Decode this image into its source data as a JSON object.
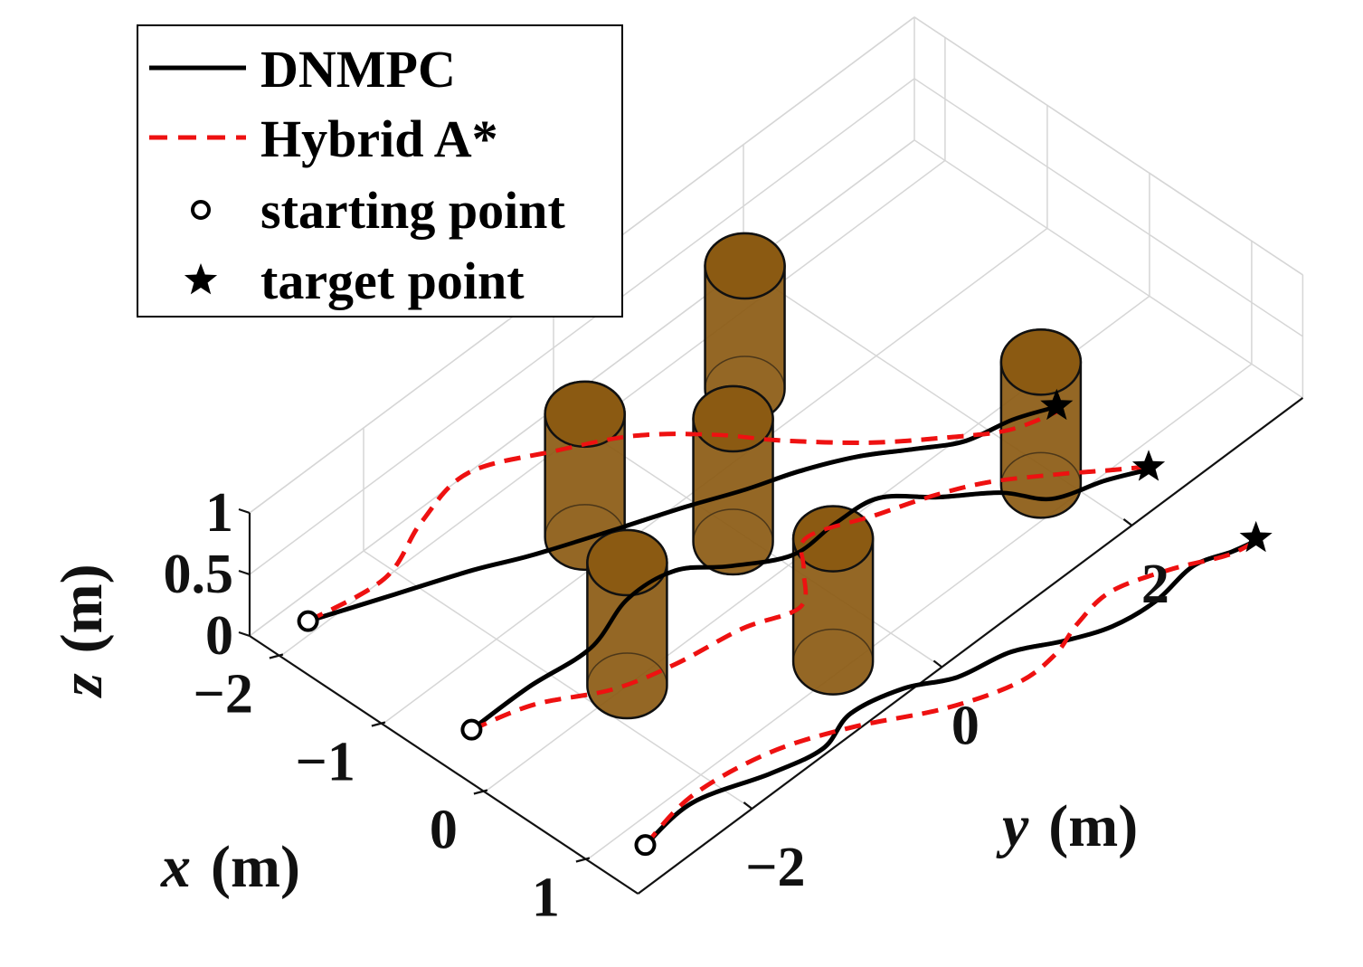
{
  "chart_data": {
    "type": "line",
    "subtype": "3d-trajectory",
    "title": "",
    "xlabel_var": "x",
    "xlabel_unit": "(m)",
    "ylabel_var": "y",
    "ylabel_unit": "(m)",
    "zlabel_var": "z",
    "zlabel_unit": "(m)",
    "xlim": [
      -2.3,
      1.5
    ],
    "ylim": [
      -3.2,
      3.8
    ],
    "zlim": [
      0,
      1
    ],
    "x_ticks": [
      {
        "value": -2,
        "label": "−2"
      },
      {
        "value": -1,
        "label": "−1"
      },
      {
        "value": 0,
        "label": "0"
      },
      {
        "value": 1,
        "label": "1"
      }
    ],
    "y_ticks": [
      {
        "value": -2,
        "label": "−2"
      },
      {
        "value": 0,
        "label": "0"
      },
      {
        "value": 2,
        "label": "2"
      }
    ],
    "z_ticks": [
      {
        "value": 0,
        "label": "0"
      },
      {
        "value": 0.5,
        "label": "0.5"
      },
      {
        "value": 1,
        "label": "1"
      }
    ],
    "grid": true,
    "legend_position": "top-left",
    "legend": [
      {
        "label": "DNMPC",
        "marker": "solid-line"
      },
      {
        "label": "Hybrid A*",
        "marker": "dashed-line"
      },
      {
        "label": "starting point",
        "marker": "circle"
      },
      {
        "label": "target point",
        "marker": "star"
      }
    ],
    "colors": {
      "dnmpc": "#000000",
      "hybrid": "#ee1111",
      "obstacle_fill": "#8b5a12",
      "obstacle_edge": "#111111",
      "grid": "#d6d6d6"
    },
    "obstacles": [
      {
        "name": "obstacle-1",
        "x": 0.0,
        "y": -1.7,
        "radius": 0.32,
        "height": 1.0
      },
      {
        "name": "obstacle-2",
        "x": 0.9,
        "y": -0.5,
        "radius": 0.32,
        "height": 1.0
      },
      {
        "name": "obstacle-3",
        "x": -1.25,
        "y": -0.8,
        "radius": 0.32,
        "height": 1.0
      },
      {
        "name": "obstacle-4",
        "x": -0.45,
        "y": -0.1,
        "radius": 0.32,
        "height": 1.0
      },
      {
        "name": "obstacle-5",
        "x": -1.45,
        "y": 1.1,
        "radius": 0.32,
        "height": 1.0
      },
      {
        "name": "obstacle-6",
        "x": 0.75,
        "y": 1.85,
        "radius": 0.32,
        "height": 1.0
      }
    ],
    "series": [
      {
        "name": "DNMPC",
        "style": "solid",
        "trajectories": [
          {
            "x": [
              -2.1,
              -1.85,
              -1.6,
              -1.4,
              -1.15,
              -0.95,
              -0.75,
              -0.6,
              -0.4,
              -0.15,
              0.05,
              0.15,
              0.28
            ],
            "y": [
              -2.8,
              -2.2,
              -1.6,
              -1.2,
              -0.6,
              -0.1,
              0.35,
              0.75,
              1.15,
              1.5,
              1.8,
              2.2,
              2.5
            ]
          },
          {
            "x": [
              -0.5,
              -0.5,
              -0.45,
              -0.6,
              -0.55,
              -0.3,
              -0.05,
              -0.05,
              0.0,
              0.3,
              0.6,
              0.9,
              1.05,
              1.2
            ],
            "y": [
              -2.8,
              -2.2,
              -1.6,
              -1.05,
              -0.6,
              -0.3,
              0.1,
              0.55,
              0.95,
              1.25,
              1.6,
              1.8,
              2.2,
              2.5
            ]
          },
          {
            "x": [
              1.2,
              1.15,
              1.35,
              1.45,
              1.35,
              1.45,
              1.65,
              1.75,
              1.95,
              2.1,
              2.15,
              2.1,
              2.2,
              2.25
            ],
            "y": [
              -2.8,
              -2.25,
              -1.65,
              -1.2,
              -0.8,
              -0.35,
              0.0,
              0.45,
              0.8,
              1.15,
              1.55,
              2.0,
              2.3,
              2.5
            ]
          }
        ]
      },
      {
        "name": "Hybrid A*",
        "style": "dashed",
        "trajectories": [
          {
            "x": [
              -2.1,
              -2.0,
              -2.2,
              -2.3,
              -2.0,
              -1.7,
              -1.3,
              -0.9,
              -0.45,
              -0.1,
              0.2,
              0.33
            ],
            "y": [
              -2.8,
              -2.1,
              -1.5,
              -0.9,
              -0.3,
              0.2,
              0.6,
              0.9,
              1.3,
              1.7,
              2.1,
              2.5
            ]
          },
          {
            "x": [
              -0.5,
              -0.35,
              -0.05,
              0.1,
              0.2,
              0.35,
              0.1,
              -0.1,
              0.1,
              0.25,
              0.45,
              0.75,
              1.0,
              1.2
            ],
            "y": [
              -2.8,
              -2.3,
              -1.8,
              -1.3,
              -0.7,
              -0.25,
              0.05,
              0.3,
              0.8,
              1.2,
              1.6,
              2.0,
              2.3,
              2.55
            ]
          },
          {
            "x": [
              1.2,
              1.1,
              1.2,
              1.45,
              1.8,
              2.0,
              2.0,
              1.9,
              1.85,
              2.0,
              2.2,
              2.25
            ],
            "y": [
              -2.8,
              -2.2,
              -1.5,
              -0.9,
              -0.3,
              0.25,
              0.65,
              1.0,
              1.4,
              1.85,
              2.25,
              2.5
            ]
          }
        ]
      }
    ],
    "starting_points": [
      {
        "x": -2.1,
        "y": -2.8
      },
      {
        "x": -0.5,
        "y": -2.8
      },
      {
        "x": 1.2,
        "y": -2.8
      }
    ],
    "target_points": [
      {
        "x": 0.3,
        "y": 2.5
      },
      {
        "x": 1.2,
        "y": 2.5
      },
      {
        "x": 2.25,
        "y": 2.5
      }
    ]
  }
}
